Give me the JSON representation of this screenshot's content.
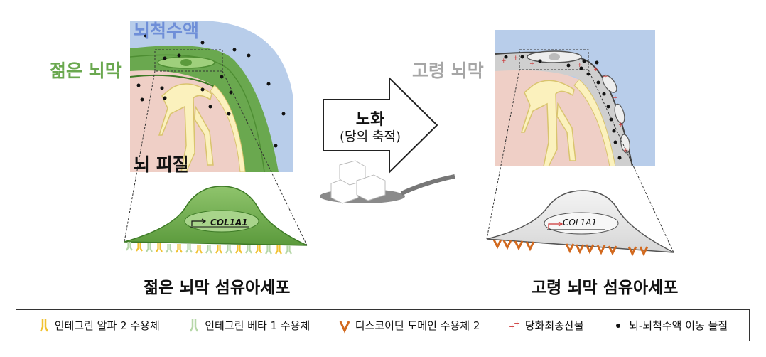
{
  "labels": {
    "csf": "뇌척수액",
    "young_meninges": "젊은 뇌막",
    "cortex": "뇌 피질",
    "aged_meninges": "고령 뇌막",
    "aging_title": "노화",
    "aging_subtitle": "(당의 축적)",
    "young_cell": "젊은 뇌막 섬유아세포",
    "aged_cell": "고령 뇌막 섬유아세포",
    "gene_young": "COL1A1",
    "gene_aged": "COL1A1"
  },
  "legend": [
    {
      "icon": "integrin-alpha2-receptor-icon",
      "label": "인테그린 알파 2 수용체"
    },
    {
      "icon": "integrin-beta1-receptor-icon",
      "label": "인테그린 베타 1 수용체"
    },
    {
      "icon": "discoidin-domain-receptor2-icon",
      "label": "디스코이딘 도메인 수용체 2"
    },
    {
      "icon": "advanced-glycation-endproduct-icon",
      "label": "당화최종산물"
    },
    {
      "icon": "csf-brain-transport-molecule-icon",
      "label": "뇌-뇌척수액 이동 물질"
    }
  ],
  "colors": {
    "csf": "#b8cdea",
    "young_meninges": "#6aa84f",
    "aged_meninges": "#cfcfcf",
    "cortex": "#efcfc6",
    "vessel": "#fbf1bd",
    "integrin_alpha2": "#f1c232",
    "integrin_beta1": "#b6d7a8",
    "ddr2": "#d2691e",
    "age": "#cc3333"
  }
}
